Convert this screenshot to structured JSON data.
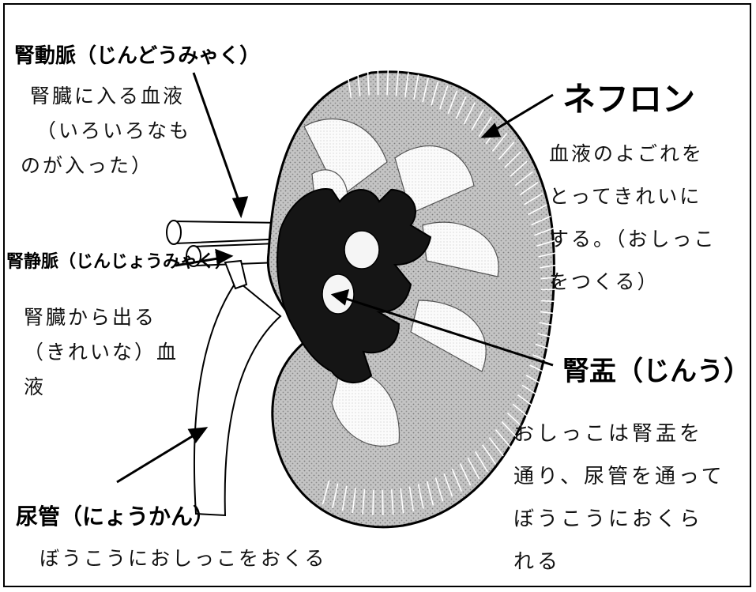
{
  "labels": {
    "renal_artery": {
      "title": "腎動脈（じんどうみゃく）",
      "desc": [
        "腎臓に入る血液",
        "（いろいろなも",
        "のが入った）"
      ]
    },
    "renal_vein": {
      "title": "腎静脈（じんじょうみゃく）",
      "desc": [
        "腎臓から出る",
        "（きれいな）血",
        "液"
      ]
    },
    "ureter": {
      "title": "尿管（にょうかん）",
      "desc": [
        "ぼうこうにおしっこをおくる"
      ]
    },
    "nephron": {
      "title": "ネフロン",
      "desc": [
        "血液のよごれを",
        "とってきれいに",
        "する。（おしっこ",
        "をつくる）"
      ]
    },
    "renal_pelvis": {
      "title": "腎盂（じんう）",
      "desc": [
        "おしっこは腎盂を",
        "通り、尿管を通って",
        "ぼうこうにおくら",
        "れる"
      ]
    }
  },
  "colors": {
    "outline": "#000000",
    "cortex": "#b8b8b8",
    "medulla": "#f2f2f2",
    "pelvis": "#111111",
    "background": "#ffffff"
  }
}
